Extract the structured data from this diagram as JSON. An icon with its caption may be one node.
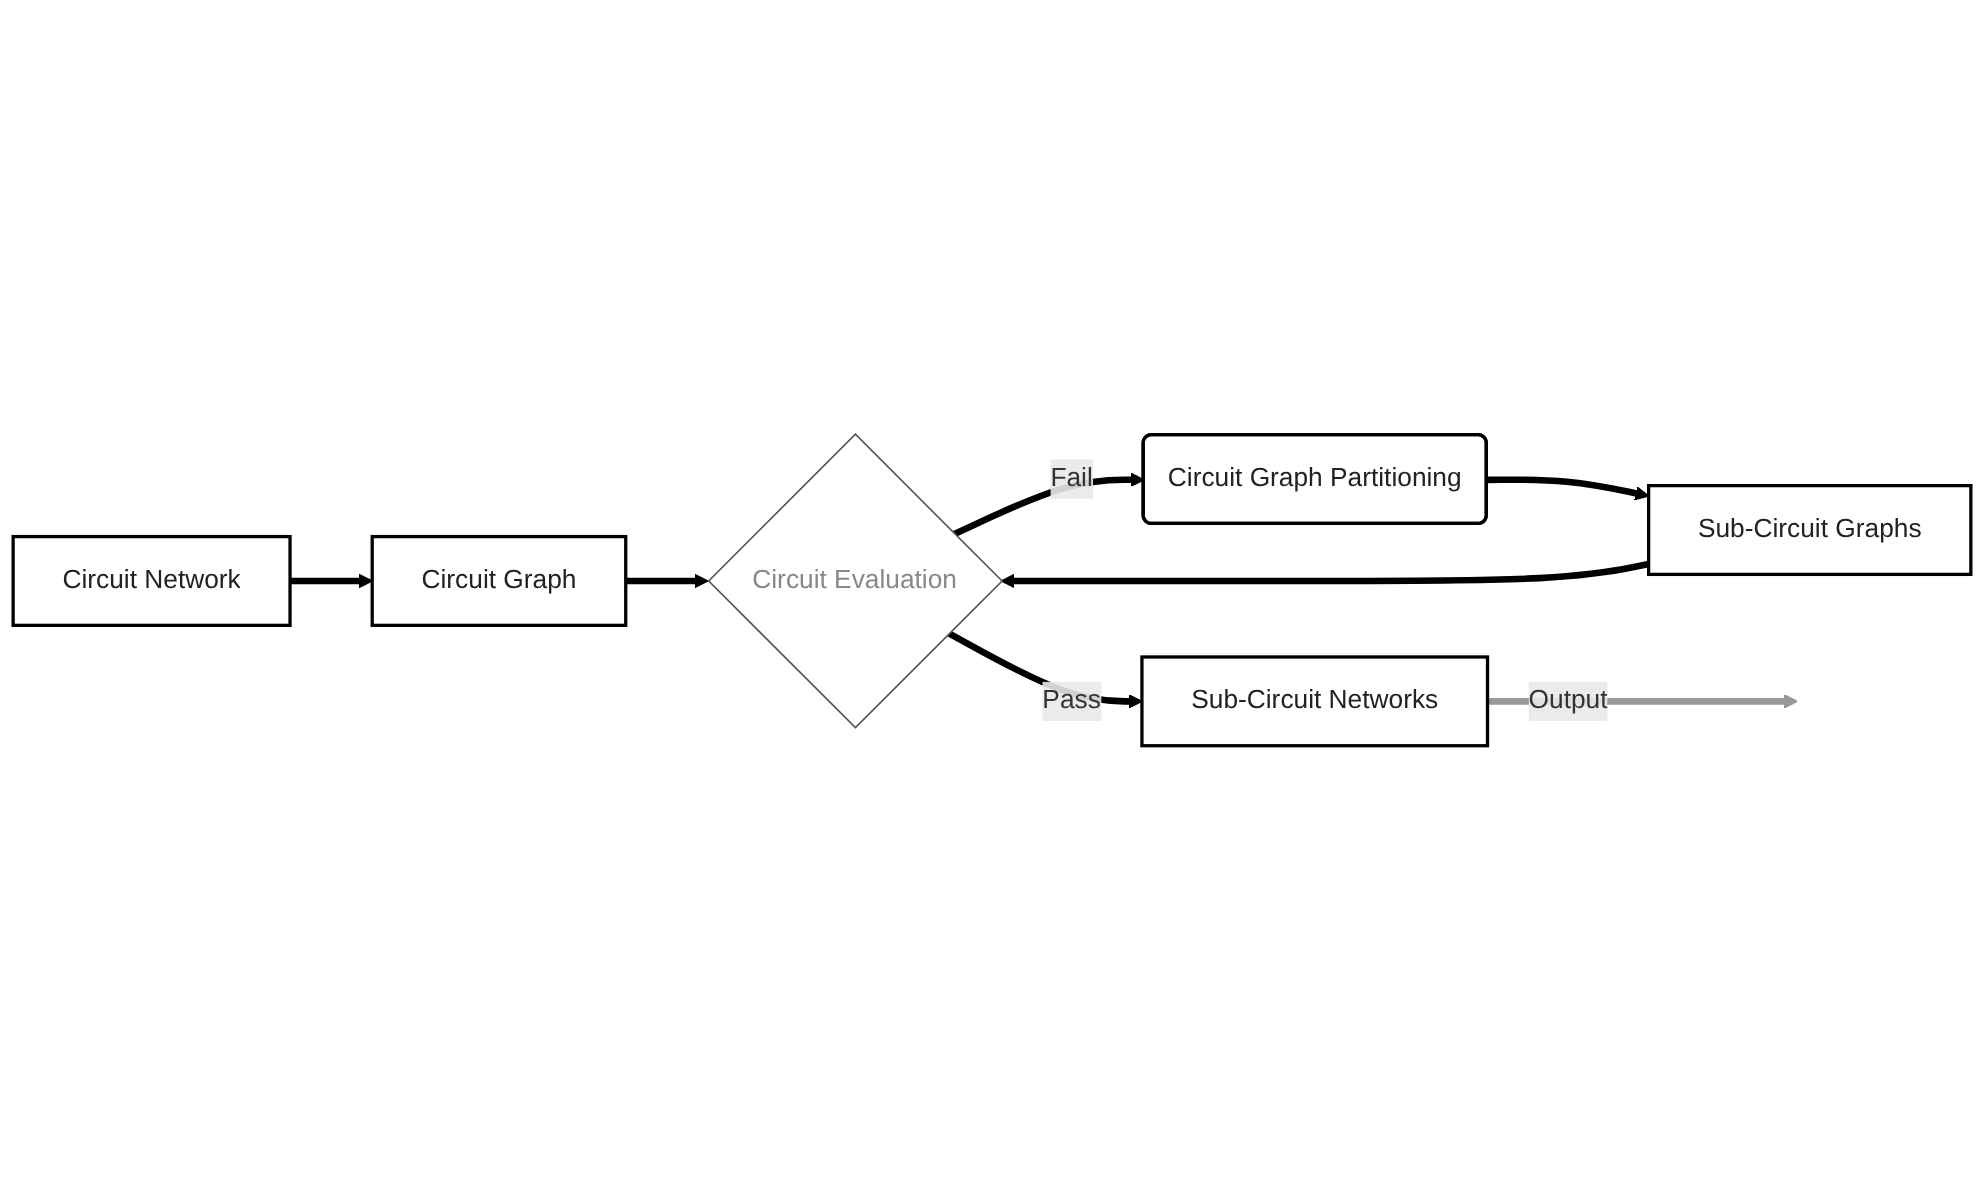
{
  "diagram": {
    "nodes": [
      {
        "text": [
          "Circuit Network"
        ]
      },
      {
        "text": [
          "Circuit Graph"
        ]
      },
      {
        "text": [
          "Circuit Evaluation"
        ]
      },
      {
        "text": [
          "Circuit Graph Partitioning"
        ]
      },
      {
        "text": [
          "Sub-Circuit Networks"
        ]
      },
      {
        "text": [
          "Sub-Circuit Graphs"
        ]
      }
    ],
    "edges": [
      {
        "from": 0,
        "to": 1,
        "arrow": "to"
      },
      {
        "from": 1,
        "to": 2,
        "arrow": "to"
      },
      {
        "from": 2,
        "to": 3,
        "arrow": "to",
        "label": "Fail"
      },
      {
        "from": 2,
        "to": 4,
        "arrow": "to",
        "label": "Pass"
      },
      {
        "from": 3,
        "to": 5,
        "arrow": "to"
      },
      {
        "from": 5,
        "to": 2,
        "arrow": "to"
      },
      {
        "from": 4,
        "to": null,
        "arrow": "to",
        "label": "Output",
        "color": "#999999"
      }
    ]
  }
}
